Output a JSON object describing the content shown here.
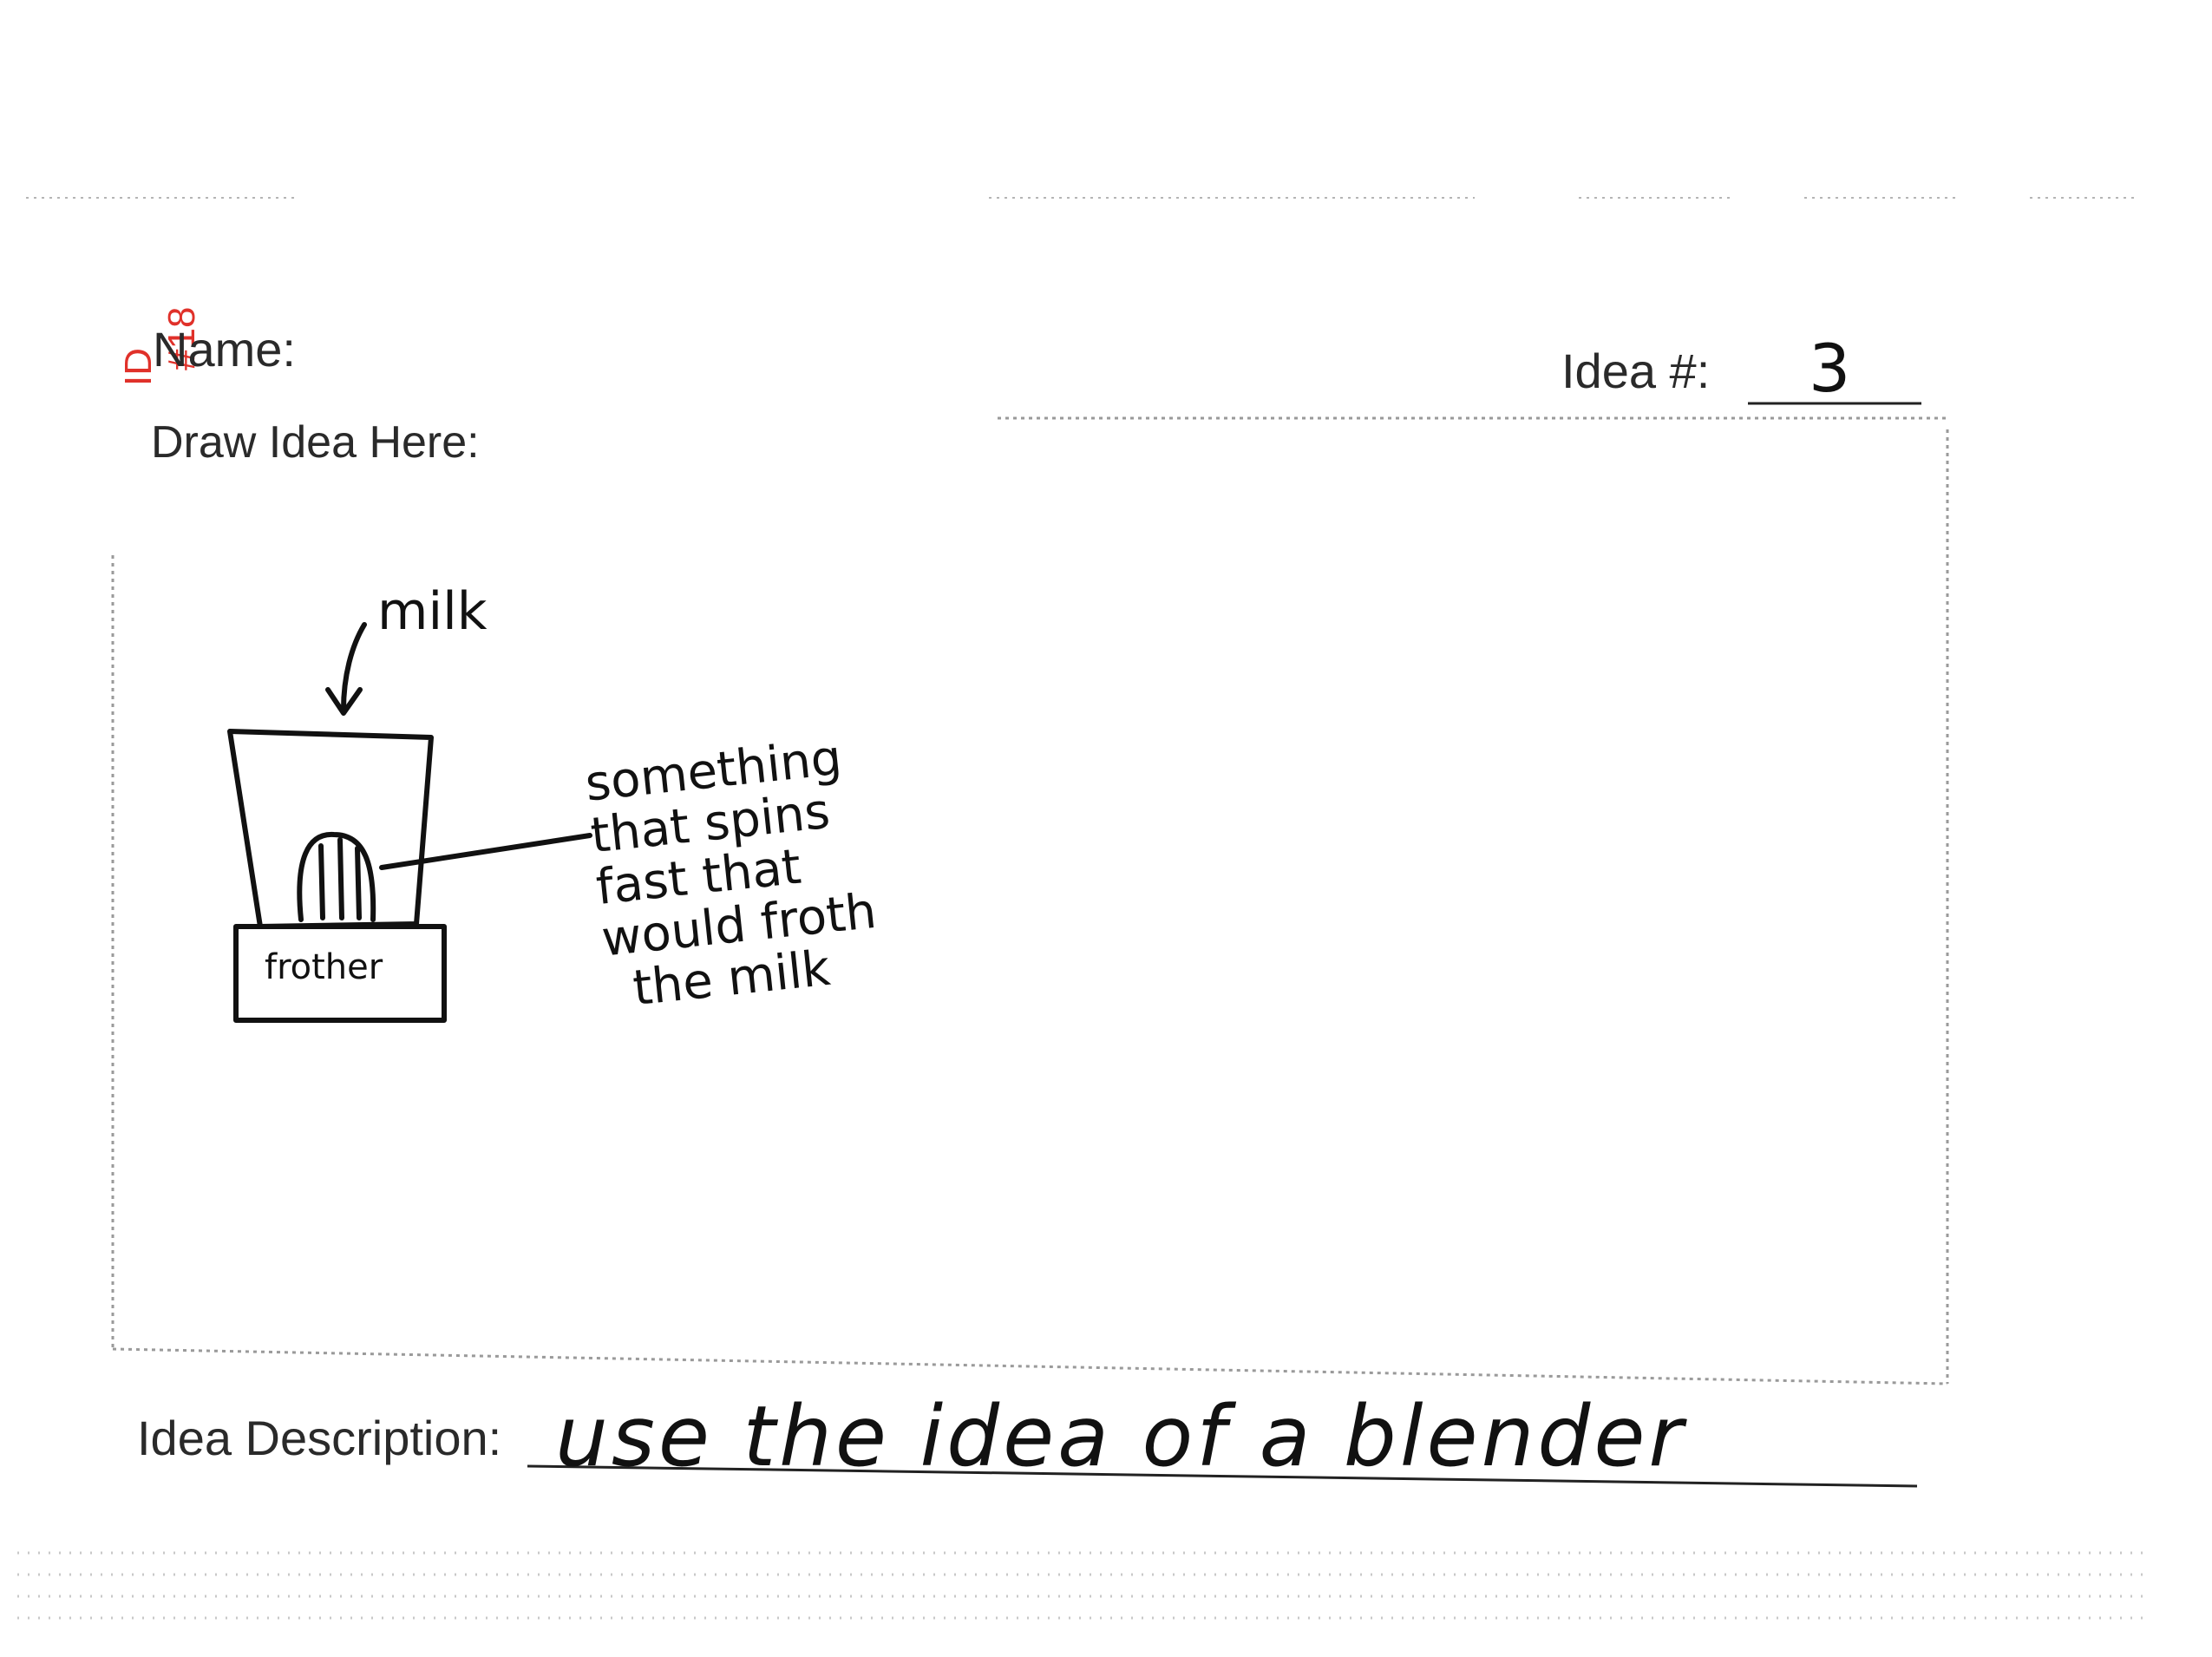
{
  "form": {
    "id_stamp": "ID",
    "id_number": "#18",
    "name_label": "Name:",
    "idea_number_label": "Idea #:",
    "idea_number_value": "3",
    "draw_label": "Draw Idea Here:",
    "description_label": "Idea Description:",
    "description_value": "use the idea of a blender"
  },
  "sketch": {
    "labels": {
      "top": "milk",
      "base": "frother",
      "callout_lines": [
        "something",
        "that spins",
        "fast that",
        "would froth",
        "the milk"
      ]
    }
  },
  "colors": {
    "ink": "#111111",
    "print": "#2a2a2a",
    "stamp": "#e0312a",
    "border": "#9a9a9a"
  }
}
